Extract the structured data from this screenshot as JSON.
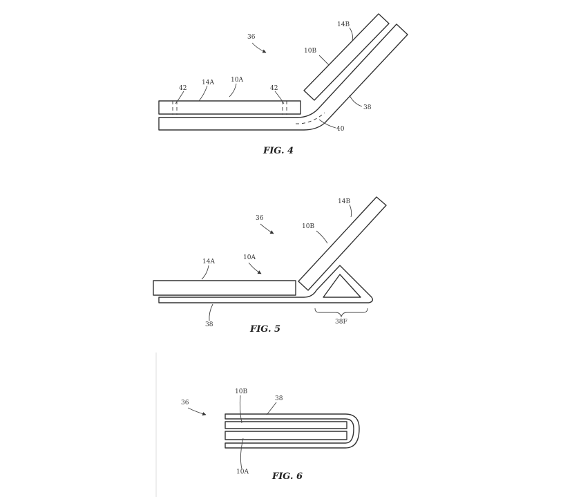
{
  "figures": {
    "fig4": {
      "caption": "FIG. 4",
      "labels": {
        "device": "36",
        "display_b": "14B",
        "housing_b": "10B",
        "magnet_left": "42",
        "display_a": "14A",
        "housing_a": "10A",
        "magnet_right": "42",
        "cover": "38",
        "hinge": "40"
      }
    },
    "fig5": {
      "caption": "FIG. 5",
      "labels": {
        "device": "36",
        "display_b": "14B",
        "housing_b": "10B",
        "display_a": "14A",
        "housing_a": "10A",
        "cover": "38",
        "fold": "38F"
      }
    },
    "fig6": {
      "caption": "FIG. 6",
      "labels": {
        "device": "36",
        "housing_b": "10B",
        "cover": "38",
        "housing_a": "10A"
      }
    }
  }
}
